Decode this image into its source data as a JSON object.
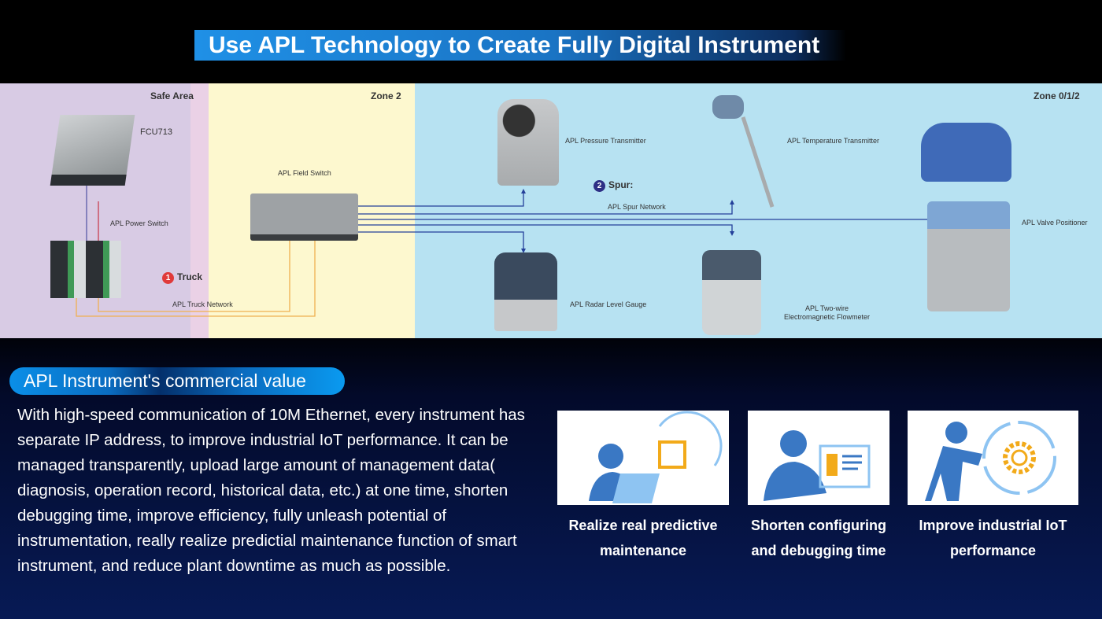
{
  "title": "Use APL Technology to Create Fully Digital Instrument",
  "diagram": {
    "zones": [
      "Safe Area",
      "Zone 2",
      "Zone 0/1/2"
    ],
    "labels": {
      "fcu": "FCU713",
      "power_switch": "APL Power Switch",
      "field_switch": "APL Field Switch",
      "truck": "Truck",
      "truck_num": "1",
      "truck_network": "APL Truck Network",
      "spur": "Spur:",
      "spur_num": "2",
      "spur_network": "APL Spur Network",
      "pressure": "APL Pressure Transmitter",
      "temperature": "APL Temperature Transmitter",
      "valve": "APL  Valve Positioner",
      "radar": "APL  Radar Level Gauge",
      "flow1": "APL Two-wire",
      "flow2": "Electromagnetic Flowmeter"
    }
  },
  "section": {
    "heading": "APL Instrument's commercial value",
    "body": "With high-speed communication of 10M Ethernet,  every instrument has separate IP address,  to improve industrial IoT performance. It can be managed transparently, upload large amount of management data( diagnosis,  operation record, historical data,  etc.) at one time,  shorten debugging time, improve efficiency,  fully unleash potential of instrumentation, really realize predictial maintenance function of smart instrument, and reduce plant downtime as much as possible."
  },
  "benefits": [
    {
      "line1": "Realize real predictive",
      "line2": "maintenance"
    },
    {
      "line1": "Shorten configuring",
      "line2": "and debugging time"
    },
    {
      "line1": "Improve industrial IoT",
      "line2": "performance"
    }
  ]
}
